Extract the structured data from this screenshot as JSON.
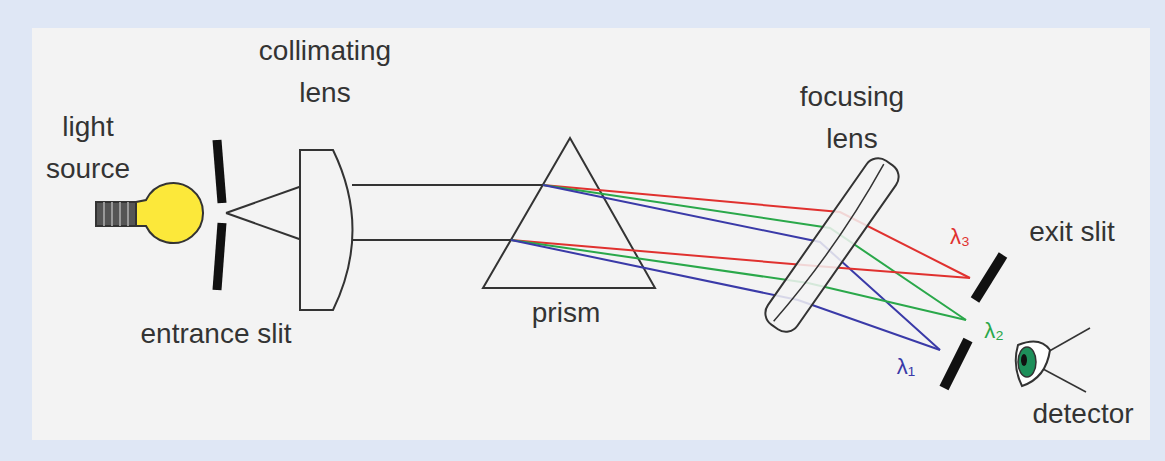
{
  "diagram": {
    "labels": [
      "light source",
      "collimating lens",
      "entrance slit",
      "prism",
      "focusing lens",
      "exit slit",
      "λ₃",
      "λ₂",
      "λ₁",
      "detector"
    ]
  }
}
